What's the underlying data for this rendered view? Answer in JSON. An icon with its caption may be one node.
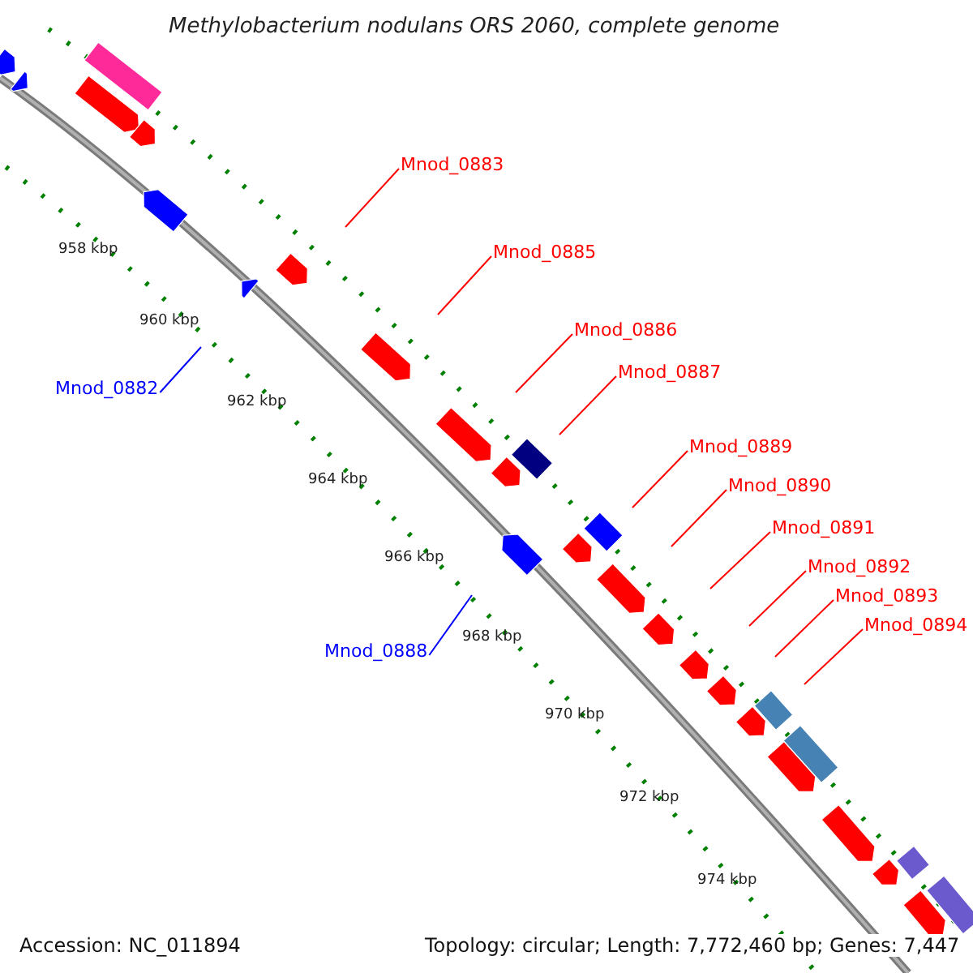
{
  "diagram": {
    "title": "Methylobacterium nodulans ORS 2060, complete genome",
    "nodes": [
      {
        "text": [
          "Mnod_0883"
        ]
      },
      {
        "text": [
          "Mnod_0885"
        ]
      },
      {
        "text": [
          "Mnod_0886"
        ]
      },
      {
        "text": [
          "Mnod_0887"
        ]
      },
      {
        "text": [
          "Mnod_0882"
        ]
      },
      {
        "text": [
          "Mnod_0889"
        ]
      },
      {
        "text": [
          "Mnod_0890"
        ]
      },
      {
        "text": [
          "Mnod_0891"
        ]
      },
      {
        "text": [
          "Mnod_0892"
        ]
      },
      {
        "text": [
          "Mnod_0893"
        ]
      },
      {
        "text": [
          "Mnod_0894"
        ]
      },
      {
        "text": [
          "Mnod_0888"
        ]
      }
    ],
    "edges": [
      {
        "from": 0,
        "to": null,
        "arrow": "none"
      },
      {
        "from": 1,
        "to": null,
        "arrow": "none"
      },
      {
        "from": 2,
        "to": null,
        "arrow": "none"
      },
      {
        "from": 3,
        "to": null,
        "arrow": "none"
      },
      {
        "from": 4,
        "to": null,
        "arrow": "none",
        "color": "#0000ff"
      },
      {
        "from": 5,
        "to": null,
        "arrow": "none"
      },
      {
        "from": 6,
        "to": null,
        "arrow": "none"
      },
      {
        "from": 7,
        "to": null,
        "arrow": "none"
      },
      {
        "from": 8,
        "to": null,
        "arrow": "none"
      },
      {
        "from": 9,
        "to": null,
        "arrow": "none"
      },
      {
        "from": 10,
        "to": null,
        "arrow": "none"
      },
      {
        "from": 11,
        "to": null,
        "arrow": "none",
        "color": "#0000ff"
      }
    ],
    "labels": [
      "958 kbp",
      "960 kbp",
      "962 kbp",
      "964 kbp",
      "966 kbp",
      "968 kbp",
      "970 kbp",
      "972 kbp",
      "974 kbp",
      "Accession: NC_011894",
      "Topology: circular; Length: 7,772,460 bp; Genes: 7,447"
    ]
  }
}
